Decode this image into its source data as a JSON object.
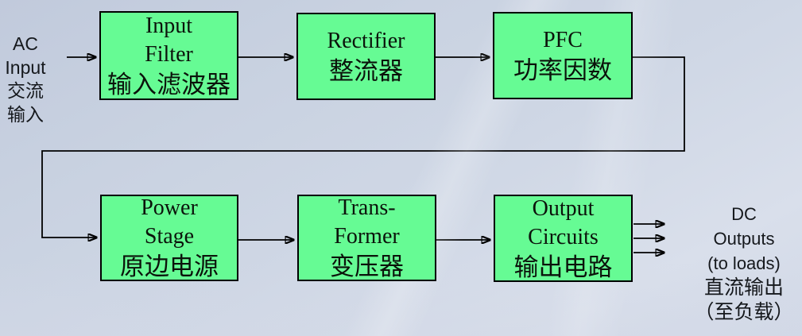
{
  "diagram": {
    "title": "AC-DC power supply block diagram",
    "accent_color": "#66fb94",
    "line_color": "#000000",
    "background_color": "#ccd4e3"
  },
  "labels": {
    "ac_input": {
      "lines": [
        "AC",
        "Input",
        "交流",
        "输入"
      ]
    },
    "dc_output": {
      "lines": [
        "DC",
        "Outputs",
        "(to loads)",
        "直流输出",
        "（至负载）"
      ]
    }
  },
  "blocks": {
    "input_filter": {
      "lines": [
        "Input",
        "Filter",
        "输入滤波器"
      ]
    },
    "rectifier": {
      "lines": [
        "Rectifier",
        "整流器"
      ]
    },
    "pfc": {
      "lines": [
        "PFC",
        "功率因数"
      ]
    },
    "power_stage": {
      "lines": [
        "Power",
        "Stage",
        "原边电源"
      ]
    },
    "transformer": {
      "lines": [
        "Trans-",
        "Former",
        "变压器"
      ]
    },
    "output_circuits": {
      "lines": [
        "Output",
        "Circuits",
        "输出电路"
      ]
    }
  },
  "connections": [
    {
      "from": "ac-input",
      "to": "input-filter"
    },
    {
      "from": "input-filter",
      "to": "rectifier"
    },
    {
      "from": "rectifier",
      "to": "pfc"
    },
    {
      "from": "pfc",
      "to": "power-stage",
      "route": "feedback-around-left"
    },
    {
      "from": "power-stage",
      "to": "transformer"
    },
    {
      "from": "transformer",
      "to": "output-circuits"
    },
    {
      "from": "output-circuits",
      "to": "dc-outputs",
      "arrow_count": 3
    }
  ]
}
